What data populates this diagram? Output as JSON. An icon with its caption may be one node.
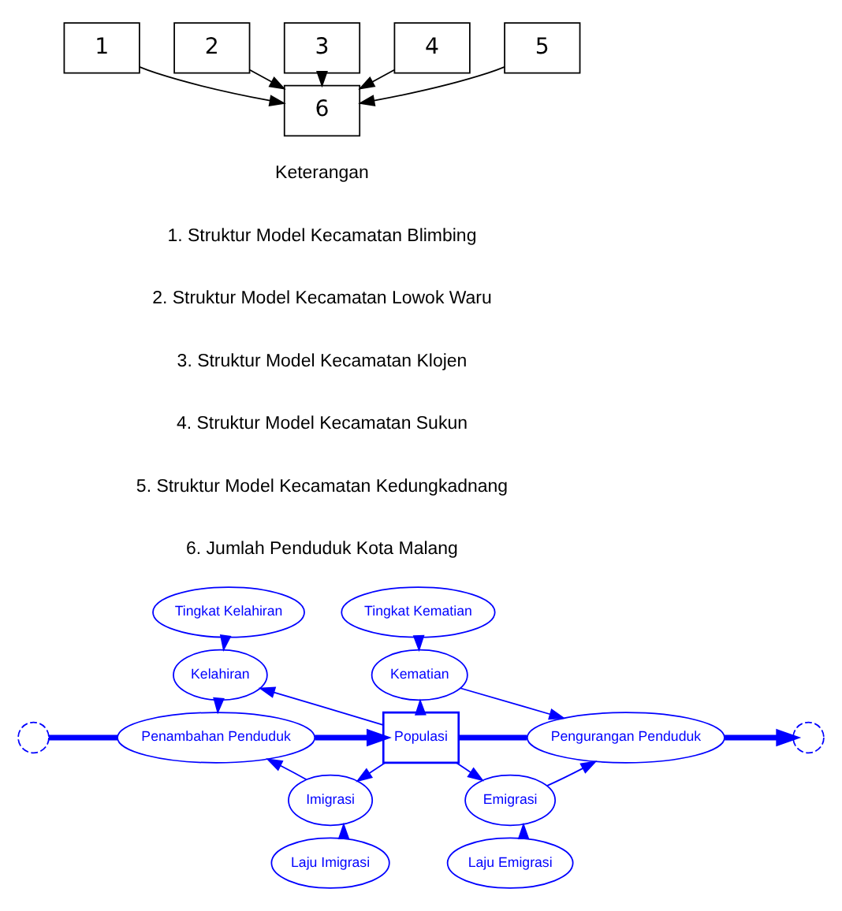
{
  "diagram": {
    "nodes": [
      {
        "text": [
          "1"
        ]
      },
      {
        "text": [
          "2"
        ]
      },
      {
        "text": [
          "3"
        ]
      },
      {
        "text": [
          "4"
        ]
      },
      {
        "text": [
          "5"
        ]
      },
      {
        "text": [
          "6"
        ]
      },
      {
        "text": [
          "Populasi"
        ]
      },
      {
        "text": [],
        "shape": "cloud"
      },
      {
        "text": [
          "Penambahan Penduduk"
        ]
      },
      {
        "text": [
          "Pengurangan Penduduk"
        ]
      },
      {
        "text": [],
        "shape": "cloud"
      },
      {
        "text": [
          "Kelahiran"
        ]
      },
      {
        "text": [
          "Tingkat Kelahiran"
        ]
      },
      {
        "text": [
          "Tingkat Kematian"
        ]
      },
      {
        "text": [
          "Kematian"
        ]
      },
      {
        "text": [
          "Imigrasi"
        ]
      },
      {
        "text": [
          "Laju Imigrasi"
        ]
      },
      {
        "text": [
          "Emigrasi"
        ]
      },
      {
        "text": [
          "Laju Emigrasi"
        ]
      }
    ],
    "edges": [
      {
        "from": 0,
        "to": 5,
        "arrow": "to",
        "color": "#000000"
      },
      {
        "from": 1,
        "to": 5,
        "arrow": "to",
        "color": "#000000"
      },
      {
        "from": 2,
        "to": 5,
        "arrow": "to",
        "color": "#000000"
      },
      {
        "from": 3,
        "to": 5,
        "arrow": "to",
        "color": "#000000"
      },
      {
        "from": 4,
        "to": 5,
        "arrow": "to",
        "color": "#000000"
      },
      {
        "from": 7,
        "to": 8,
        "arrow": "none",
        "style": "thick"
      },
      {
        "from": 8,
        "to": 6,
        "arrow": "to",
        "style": "thick"
      },
      {
        "from": 6,
        "to": 9,
        "arrow": "none",
        "style": "thick"
      },
      {
        "from": 9,
        "to": 10,
        "arrow": "to",
        "style": "thick"
      },
      {
        "from": 12,
        "to": 11,
        "arrow": "to"
      },
      {
        "from": 6,
        "to": 11,
        "arrow": "to"
      },
      {
        "from": 11,
        "to": 8,
        "arrow": "to"
      },
      {
        "from": 13,
        "to": 14,
        "arrow": "to"
      },
      {
        "from": 6,
        "to": 14,
        "arrow": "to"
      },
      {
        "from": 14,
        "to": 9,
        "arrow": "to"
      },
      {
        "from": 16,
        "to": 15,
        "arrow": "to"
      },
      {
        "from": 6,
        "to": 15,
        "arrow": "to"
      },
      {
        "from": 15,
        "to": 8,
        "arrow": "to"
      },
      {
        "from": 18,
        "to": 17,
        "arrow": "to"
      },
      {
        "from": 6,
        "to": 17,
        "arrow": "to"
      },
      {
        "from": 17,
        "to": 9,
        "arrow": "to"
      }
    ],
    "labels": [
      "Keterangan",
      "1. Struktur Model Kecamatan Blimbing",
      "2. Struktur Model Kecamatan Lowok Waru",
      "3. Struktur Model Kecamatan Klojen",
      "4. Struktur Model Kecamatan Sukun",
      "5. Struktur Model Kecamatan Kedungkadnang",
      "6. Jumlah Penduduk Kota Malang"
    ]
  }
}
